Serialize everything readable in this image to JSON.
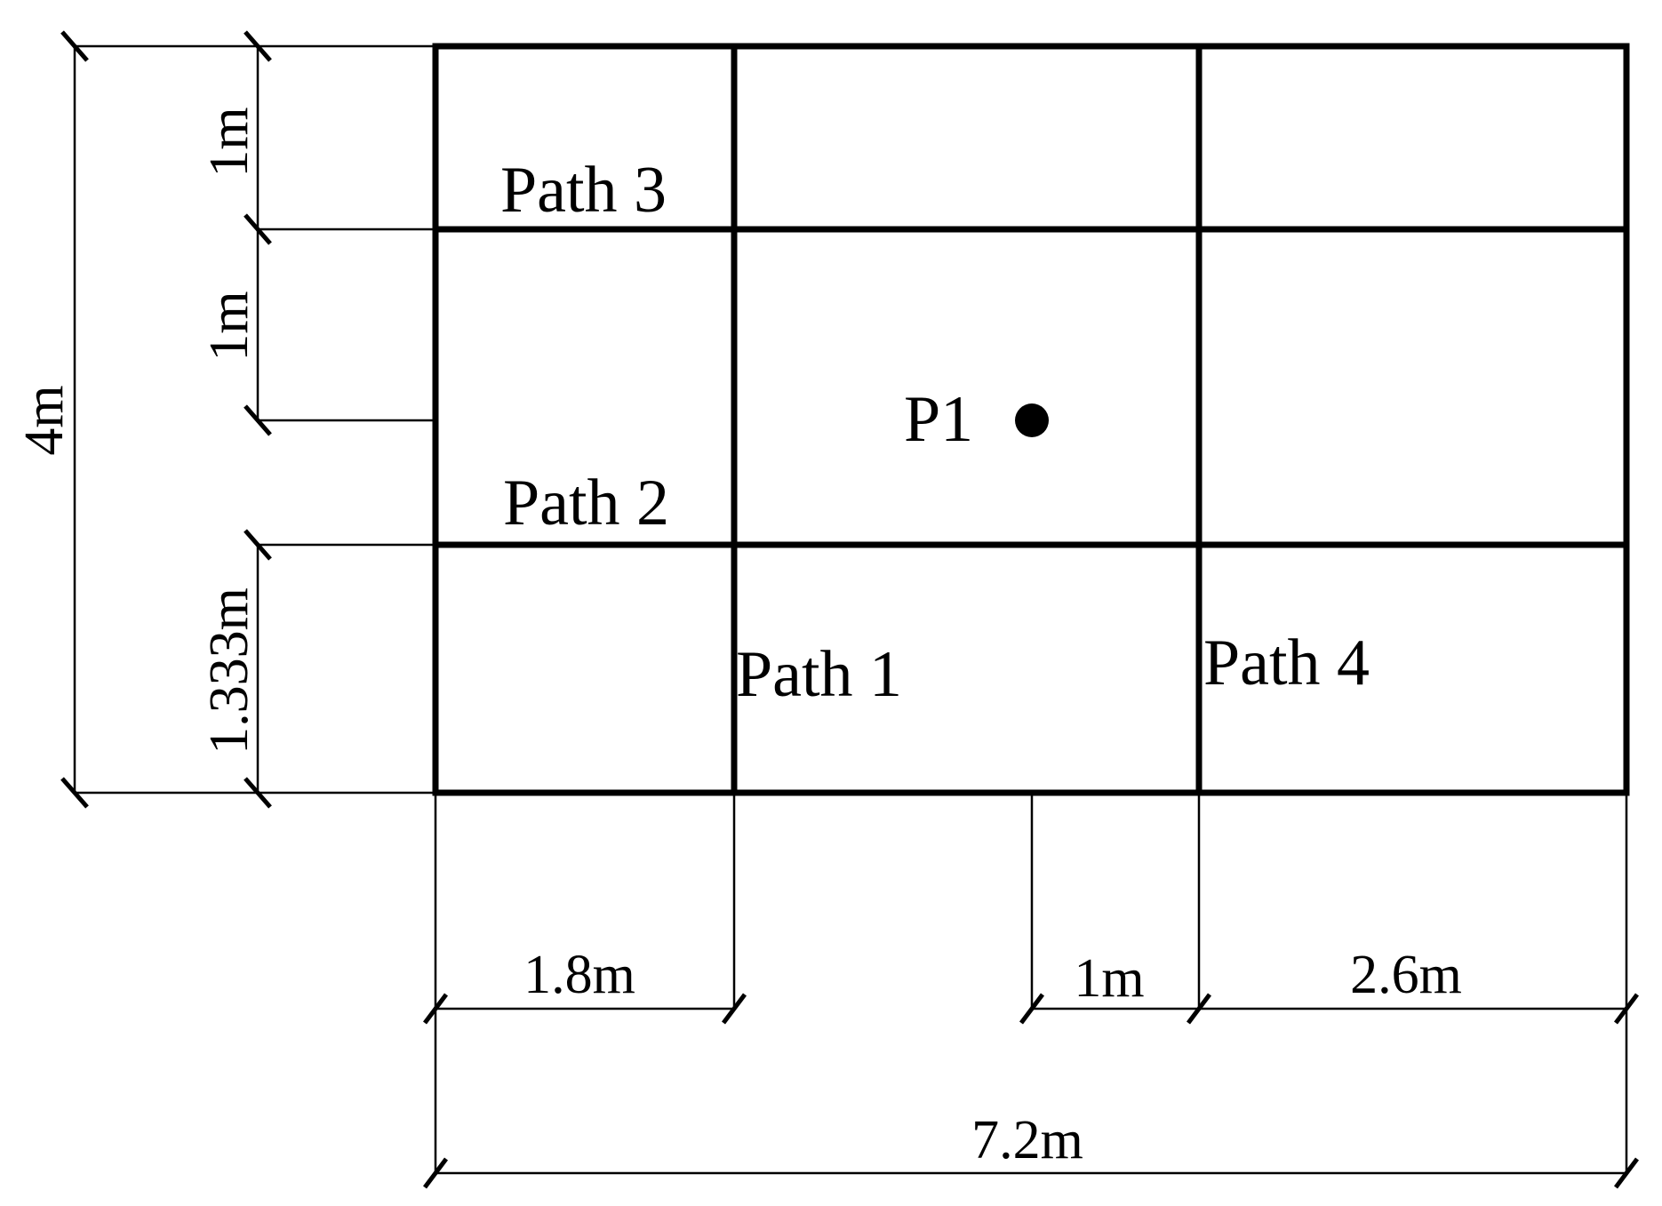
{
  "labels": {
    "path1": "Path 1",
    "path2": "Path 2",
    "path3": "Path 3",
    "path4": "Path 4",
    "point": "P1"
  },
  "dimensions": {
    "top_row": "1m",
    "middle_offset": "1m",
    "bottom_row": "1.333m",
    "total_height": "4m",
    "left_col": "1.8m",
    "point_offset": "1m",
    "right_col": "2.6m",
    "total_width": "7.2m"
  },
  "colors": {
    "line": "#000000",
    "background": "#ffffff"
  }
}
